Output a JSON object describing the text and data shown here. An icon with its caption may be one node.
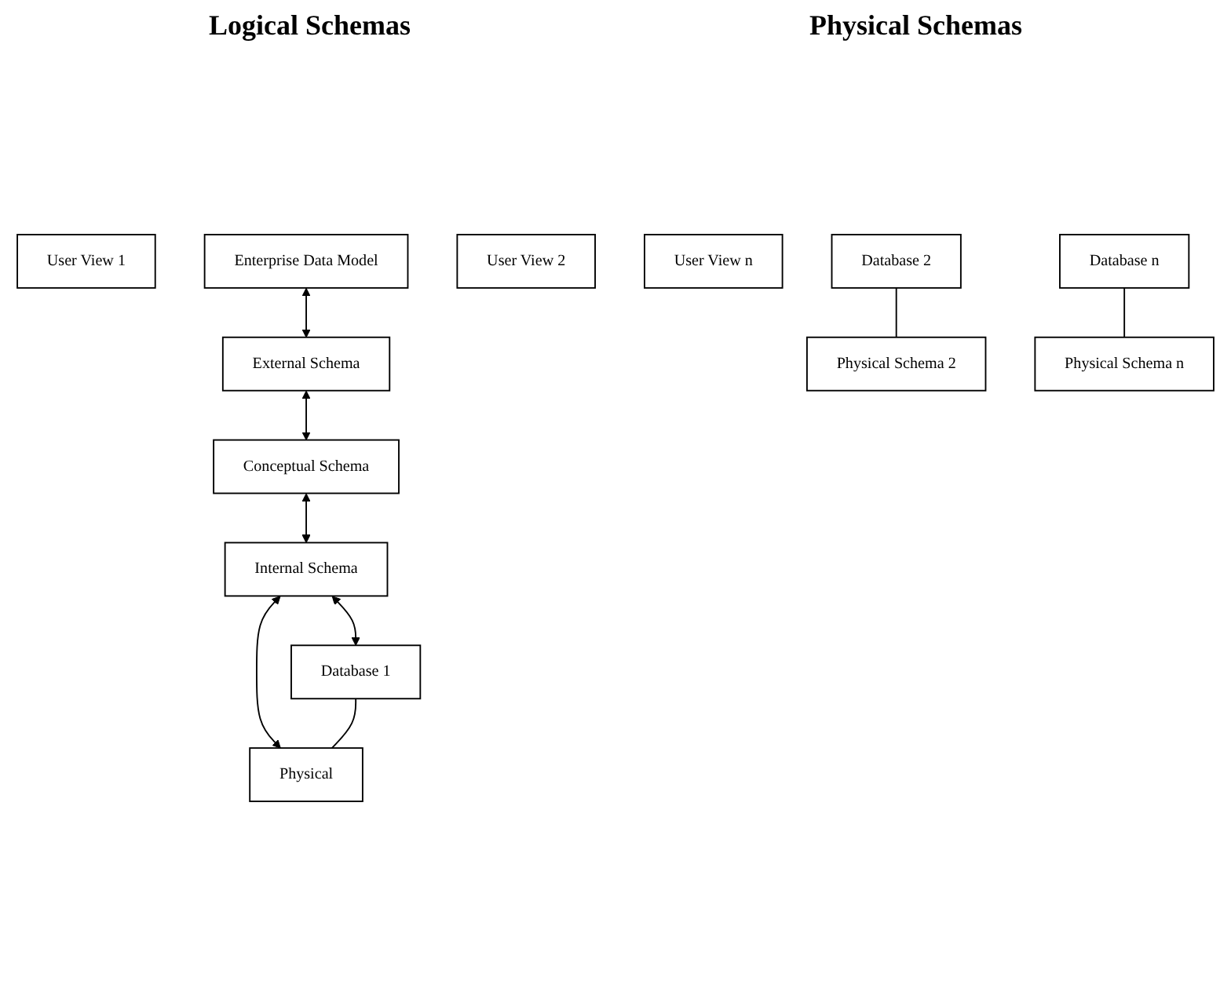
{
  "diagram": {
    "nodes": [
      {
        "text": [
          "User View 1"
        ]
      },
      {
        "text": [
          "Enterprise Data Model"
        ]
      },
      {
        "text": [
          "External Schema"
        ]
      },
      {
        "text": [
          "User View 2"
        ]
      },
      {
        "text": [
          "User View n"
        ]
      },
      {
        "text": [
          "Conceptual Schema"
        ]
      },
      {
        "text": [
          "Internal Schema"
        ]
      },
      {
        "text": [
          "Database 1"
        ]
      },
      {
        "text": [
          "Physical"
        ]
      },
      {
        "text": [
          "Database 2"
        ]
      },
      {
        "text": [
          "Physical Schema 2"
        ]
      },
      {
        "text": [
          "Database n"
        ]
      },
      {
        "text": [
          "Physical Schema n"
        ]
      }
    ],
    "edges": [
      {
        "from": 1,
        "to": 2,
        "arrow": "both"
      },
      {
        "from": 2,
        "to": 5,
        "arrow": "both"
      },
      {
        "from": 5,
        "to": 6,
        "arrow": "both"
      },
      {
        "from": 6,
        "to": 7,
        "arrow": "both"
      },
      {
        "from": 6,
        "to": 8,
        "arrow": "both"
      },
      {
        "from": 7,
        "to": 8,
        "arrow": "none"
      },
      {
        "from": 9,
        "to": 10,
        "arrow": "none"
      },
      {
        "from": 11,
        "to": 12,
        "arrow": "none"
      }
    ],
    "labels": [
      "Logical Schemas",
      "Physical Schemas"
    ]
  }
}
